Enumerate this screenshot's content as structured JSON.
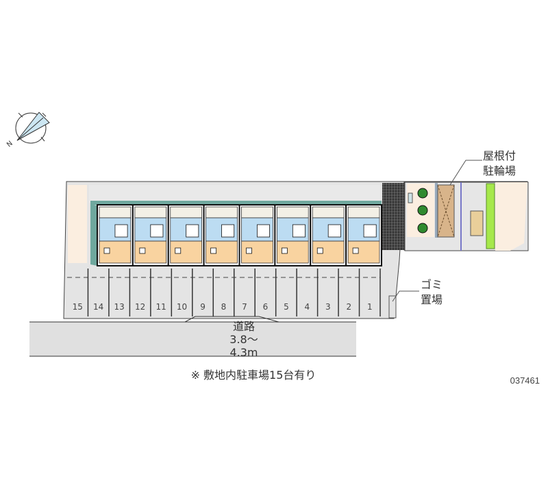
{
  "labels": {
    "bike_parking_line1": "屋根付",
    "bike_parking_line2": "駐輪場",
    "garbage_line1": "ゴミ",
    "garbage_line2": "置場",
    "road_name": "道路",
    "road_width_line1": "3.8〜",
    "road_width_line2": "4.3m",
    "note": "※ 敷地内駐車場15台有り",
    "property_code": "037461"
  },
  "parking_spaces": [
    "15",
    "14",
    "13",
    "12",
    "11",
    "10",
    "9",
    "8",
    "7",
    "6",
    "5",
    "4",
    "3",
    "2",
    "1"
  ],
  "building_units": 8,
  "compass": {
    "north_label": "N"
  },
  "colors": {
    "ground": "#e4e4e4",
    "cream": "#fbeee0",
    "room_orange": "#f9d3a0",
    "room_blue": "#bcdcf2",
    "shadow_teal": "#6fa89e",
    "tree_green": "#2f8a2f",
    "hedge_green": "#a6e84a",
    "bike_shed": "#d8b48a"
  }
}
